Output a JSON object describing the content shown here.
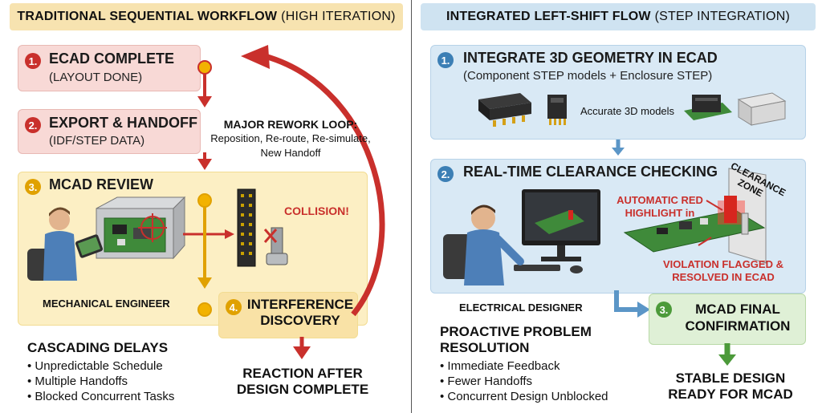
{
  "left": {
    "header": {
      "bold": "TRADITIONAL SEQUENTIAL WORKFLOW",
      "normal": "(HIGH ITERATION)"
    },
    "step1": {
      "number": "1.",
      "title": "ECAD COMPLETE",
      "subtitle": "(LAYOUT DONE)"
    },
    "step2": {
      "number": "2.",
      "title": "EXPORT & HANDOFF",
      "subtitle": "(IDF/STEP DATA)"
    },
    "step3": {
      "number": "3.",
      "title": "MCAD REVIEW",
      "person_label": "MECHANICAL ENGINEER",
      "collision_label": "COLLISION!"
    },
    "step4": {
      "number": "4.",
      "title_line1": "INTERFERENCE",
      "title_line2": "DISCOVERY"
    },
    "rework": {
      "title": "MAJOR REWORK LOOP:",
      "line1": "Reposition, Re-route, Re-simulate,",
      "line2": "New Handoff"
    },
    "delays": {
      "title": "CASCADING DELAYS",
      "items": [
        "Unpredictable Schedule",
        "Multiple Handoffs",
        "Blocked Concurrent Tasks"
      ]
    },
    "outcome": {
      "line1": "REACTION AFTER",
      "line2": "DESIGN COMPLETE"
    }
  },
  "right": {
    "header": {
      "bold": "INTEGRATED LEFT-SHIFT FLOW",
      "normal": "(STEP INTEGRATION)"
    },
    "step1": {
      "number": "1.",
      "title": "INTEGRATE 3D GEOMETRY IN ECAD",
      "subtitle": "(Component STEP models + Enclosure STEP)",
      "models_label": "Accurate 3D models"
    },
    "step2": {
      "number": "2.",
      "title": "REAL-TIME CLEARANCE CHECKING",
      "person_label": "ELECTRICAL DESIGNER",
      "highlight_line1": "AUTOMATIC RED",
      "highlight_line2": "HIGHLIGHT in",
      "violation_line1": "VIOLATION FLAGGED &",
      "violation_line2": "RESOLVED IN ECAD",
      "zone_line1": "CLEARANCE",
      "zone_line2": "ZONE"
    },
    "step3": {
      "number": "3.",
      "title_line1": "MCAD FINAL",
      "title_line2": "CONFIRMATION"
    },
    "proactive": {
      "title_line1": "PROACTIVE PROBLEM",
      "title_line2": "RESOLUTION",
      "items": [
        "Immediate Feedback",
        "Fewer Handoffs",
        "Concurrent Design Unblocked"
      ]
    },
    "outcome": {
      "line1": "STABLE DESIGN",
      "line2": "READY FOR MCAD"
    }
  },
  "colors": {
    "red": "#c9302c",
    "gold": "#e0a100",
    "blue": "#3c7fb5",
    "green": "#4c9a3a"
  }
}
